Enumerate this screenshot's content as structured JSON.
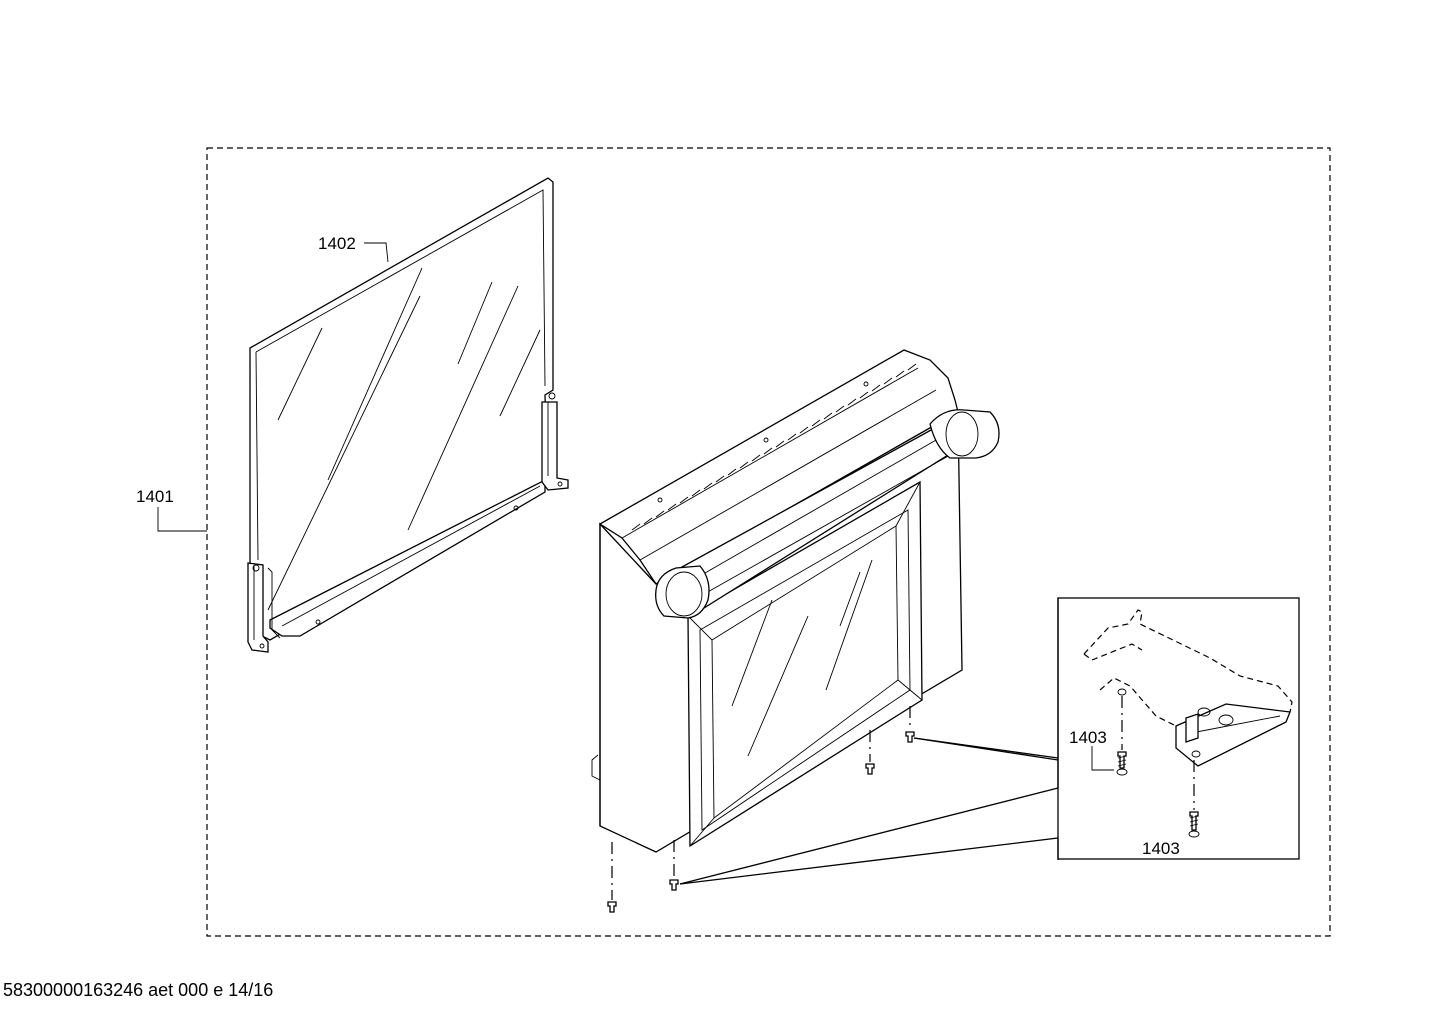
{
  "labels": {
    "assembly": "1401",
    "glass_panel": "1402",
    "screw_upper": "1403",
    "screw_lower": "1403"
  },
  "footer": {
    "document_id": "58300000163246 aet 000 e 14/16"
  },
  "colors": {
    "line": "#000000",
    "background": "#ffffff"
  }
}
